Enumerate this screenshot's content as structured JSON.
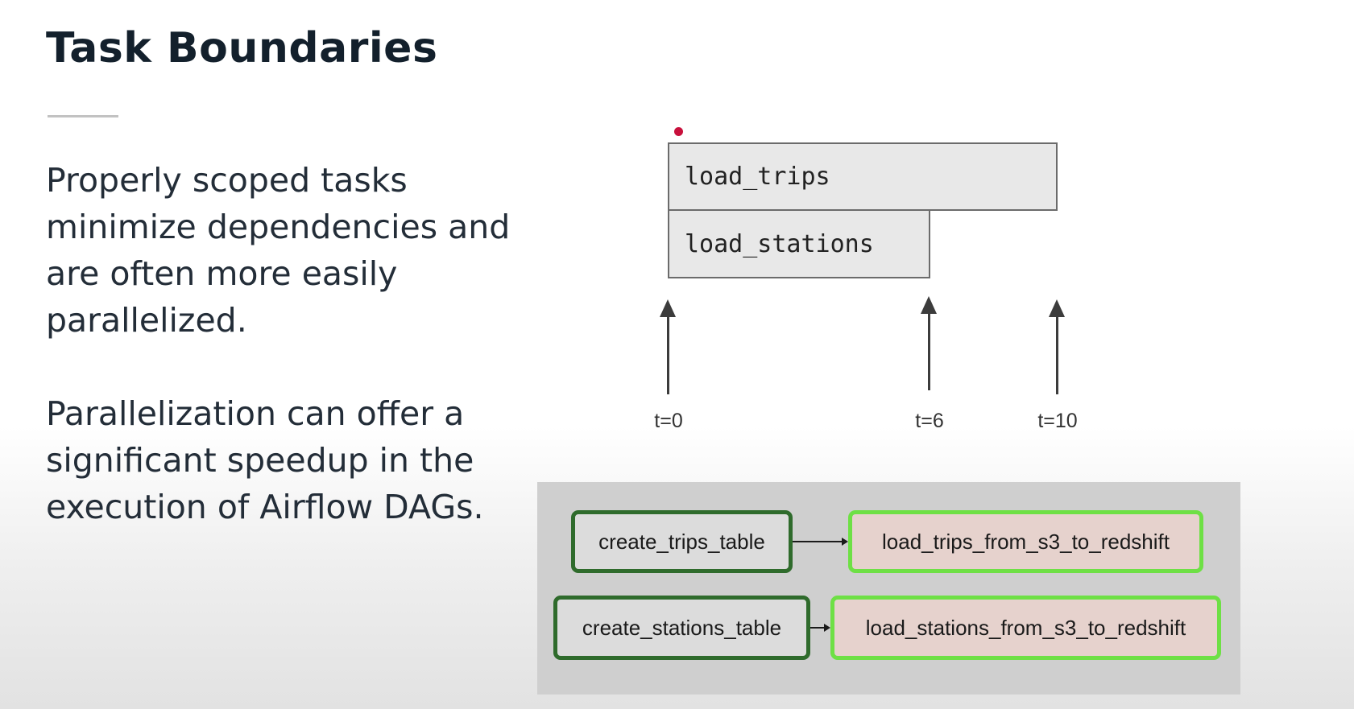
{
  "slide": {
    "title": "Task Boundaries",
    "paragraphs": [
      "Properly scoped tasks minimize dependencies and are often more easily parallelized.",
      "Parallelization can offer a significant speedup in the execution of Airflow DAGs."
    ]
  },
  "timeline": {
    "bars": [
      {
        "label": "load_trips"
      },
      {
        "label": "load_stations"
      }
    ],
    "ticks": [
      "t=0",
      "t=6",
      "t=10"
    ]
  },
  "dag": {
    "nodes": {
      "create_trips": "create_trips_table",
      "load_trips": "load_trips_from_s3_to_redshift",
      "create_stations": "create_stations_table",
      "load_stations": "load_stations_from_s3_to_redshift"
    }
  },
  "colors": {
    "create_border": "#2f6b2c",
    "load_border": "#6ee045",
    "load_fill": "#e6d2cd"
  }
}
